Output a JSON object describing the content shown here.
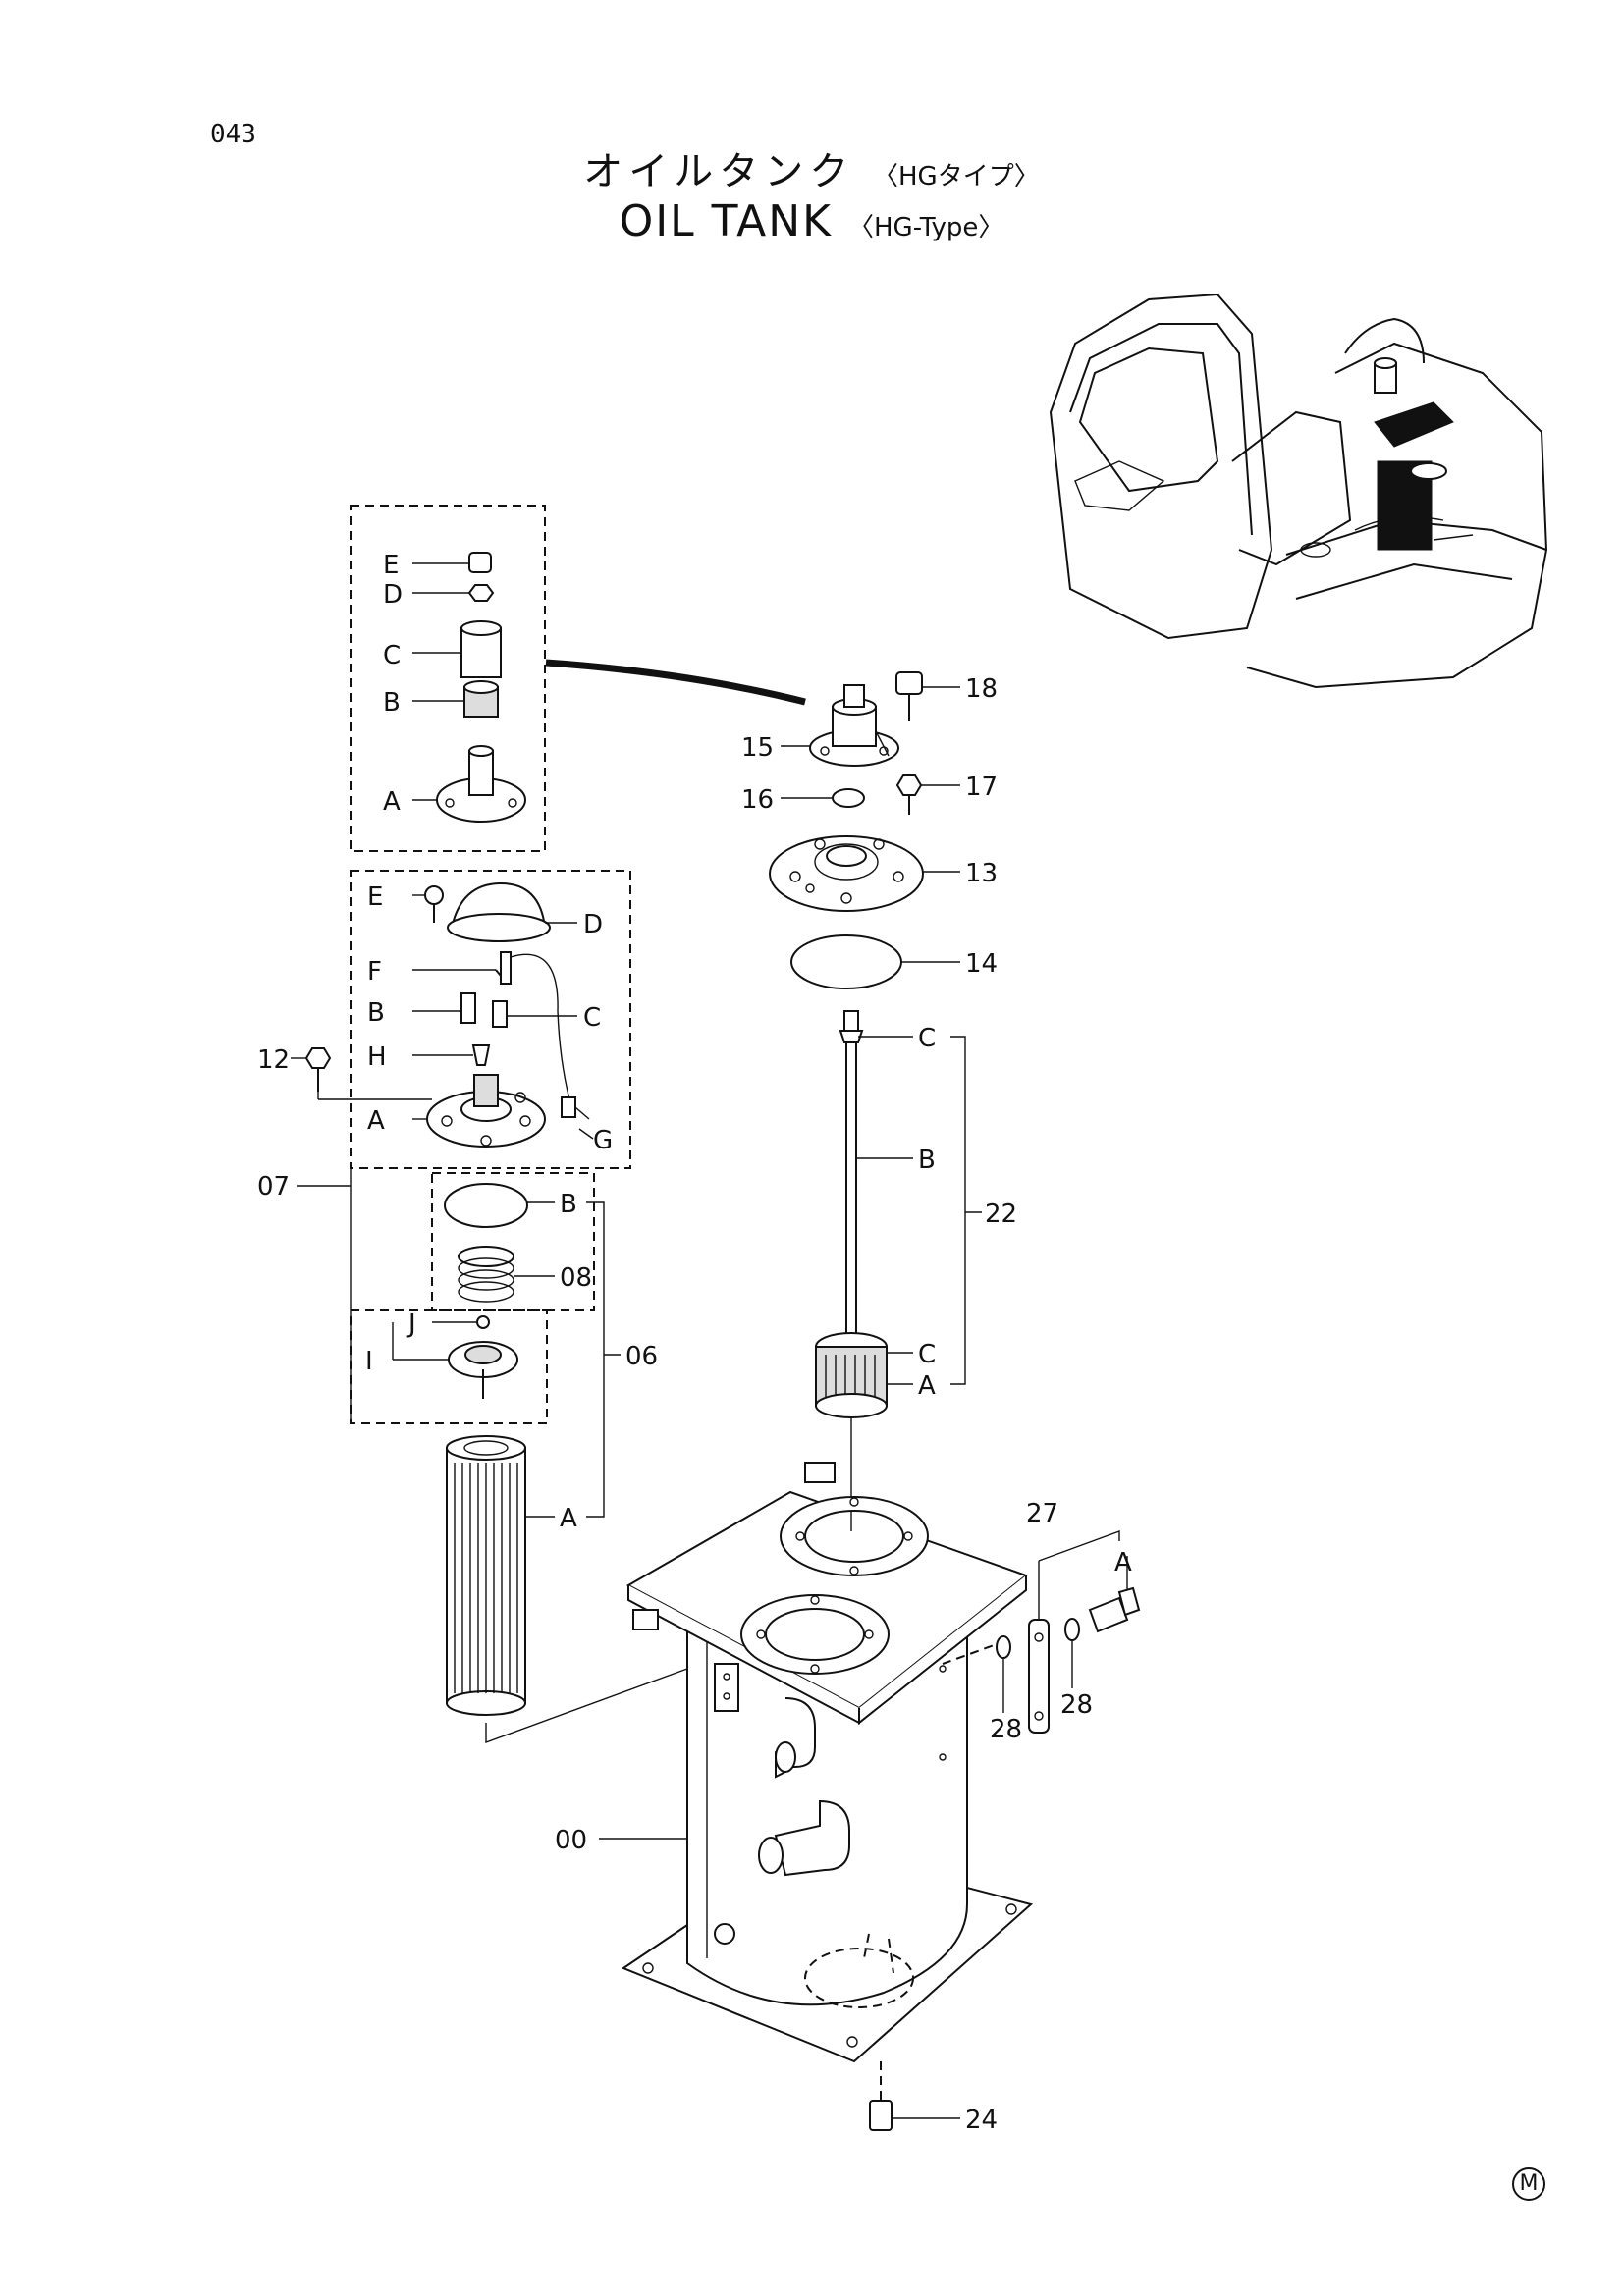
{
  "page_number": "043",
  "title_jp": "オイルタンク",
  "title_jp_type": "〈HGタイプ〉",
  "title_en": "OIL  TANK",
  "title_en_type": "〈HG-Type〉",
  "corner_mark": "M",
  "callouts": {
    "c00": "00",
    "c06": "06",
    "c07": "07",
    "c08": "08",
    "c12": "12",
    "c13": "13",
    "c14": "14",
    "c15": "15",
    "c16": "16",
    "c17": "17",
    "c18": "18",
    "c22": "22",
    "c24": "24",
    "c27": "27",
    "c28a": "28",
    "c28b": "28"
  },
  "letters": {
    "breather": {
      "E": "E",
      "D": "D",
      "C": "C",
      "B": "B",
      "A": "A"
    },
    "cap": {
      "E": "E",
      "D": "D",
      "F": "F",
      "B": "B",
      "C": "C",
      "H": "H",
      "A": "A",
      "G": "G"
    },
    "filter": {
      "B": "B",
      "J": "J",
      "I": "I",
      "A": "A"
    },
    "strainer": {
      "C1": "C",
      "B": "B",
      "C2": "C",
      "A": "A"
    },
    "bracket": {
      "A": "A"
    }
  }
}
